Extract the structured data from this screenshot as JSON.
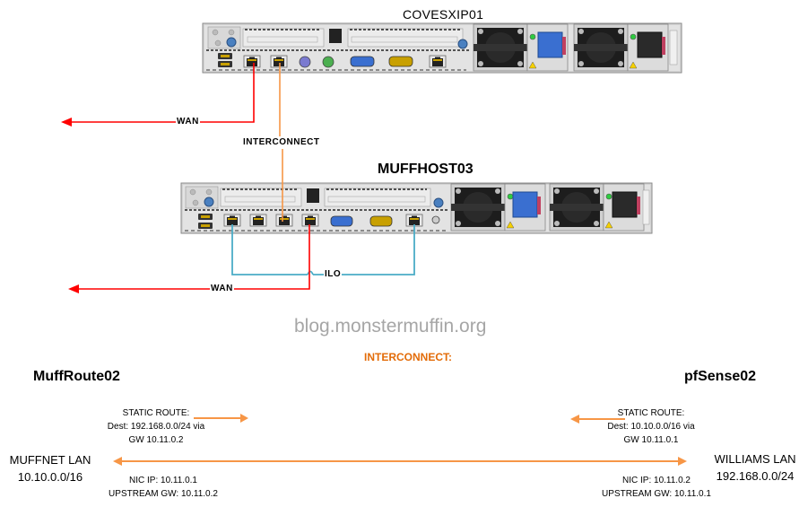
{
  "servers": [
    {
      "name": "COVESXIP01"
    },
    {
      "name": "MUFFHOST03"
    }
  ],
  "links": {
    "wan_top": "WAN",
    "interconnect_top": "INTERCONNECT",
    "ilo": "ILO",
    "wan_bottom": "WAN"
  },
  "watermark": "blog.monstermuffin.org",
  "interconnect_header": "INTERCONNECT:",
  "left_router": {
    "name": "MuffRoute02",
    "static_route": [
      "STATIC ROUTE:",
      "Dest: 192.168.0.0/24 via",
      "GW 10.11.0.2"
    ],
    "lan": [
      "MUFFNET LAN",
      "10.10.0.0/16"
    ],
    "nic": [
      "NIC IP: 10.11.0.1",
      "UPSTREAM GW: 10.11.0.2"
    ]
  },
  "right_router": {
    "name": "pfSense02",
    "static_route": [
      "STATIC ROUTE:",
      "Dest: 10.10.0.0/16 via",
      "GW 10.11.0.1"
    ],
    "lan": [
      "WILLIAMS LAN",
      "192.168.0.0/24"
    ],
    "nic": [
      "NIC IP: 10.11.0.2",
      "UPSTREAM GW: 10.11.0.1"
    ]
  },
  "colors": {
    "wan": "#ff0000",
    "interconnect": "#f79646",
    "ilo": "#4bacc6",
    "header": "#e36c09",
    "watermark": "#a6a6a6"
  }
}
